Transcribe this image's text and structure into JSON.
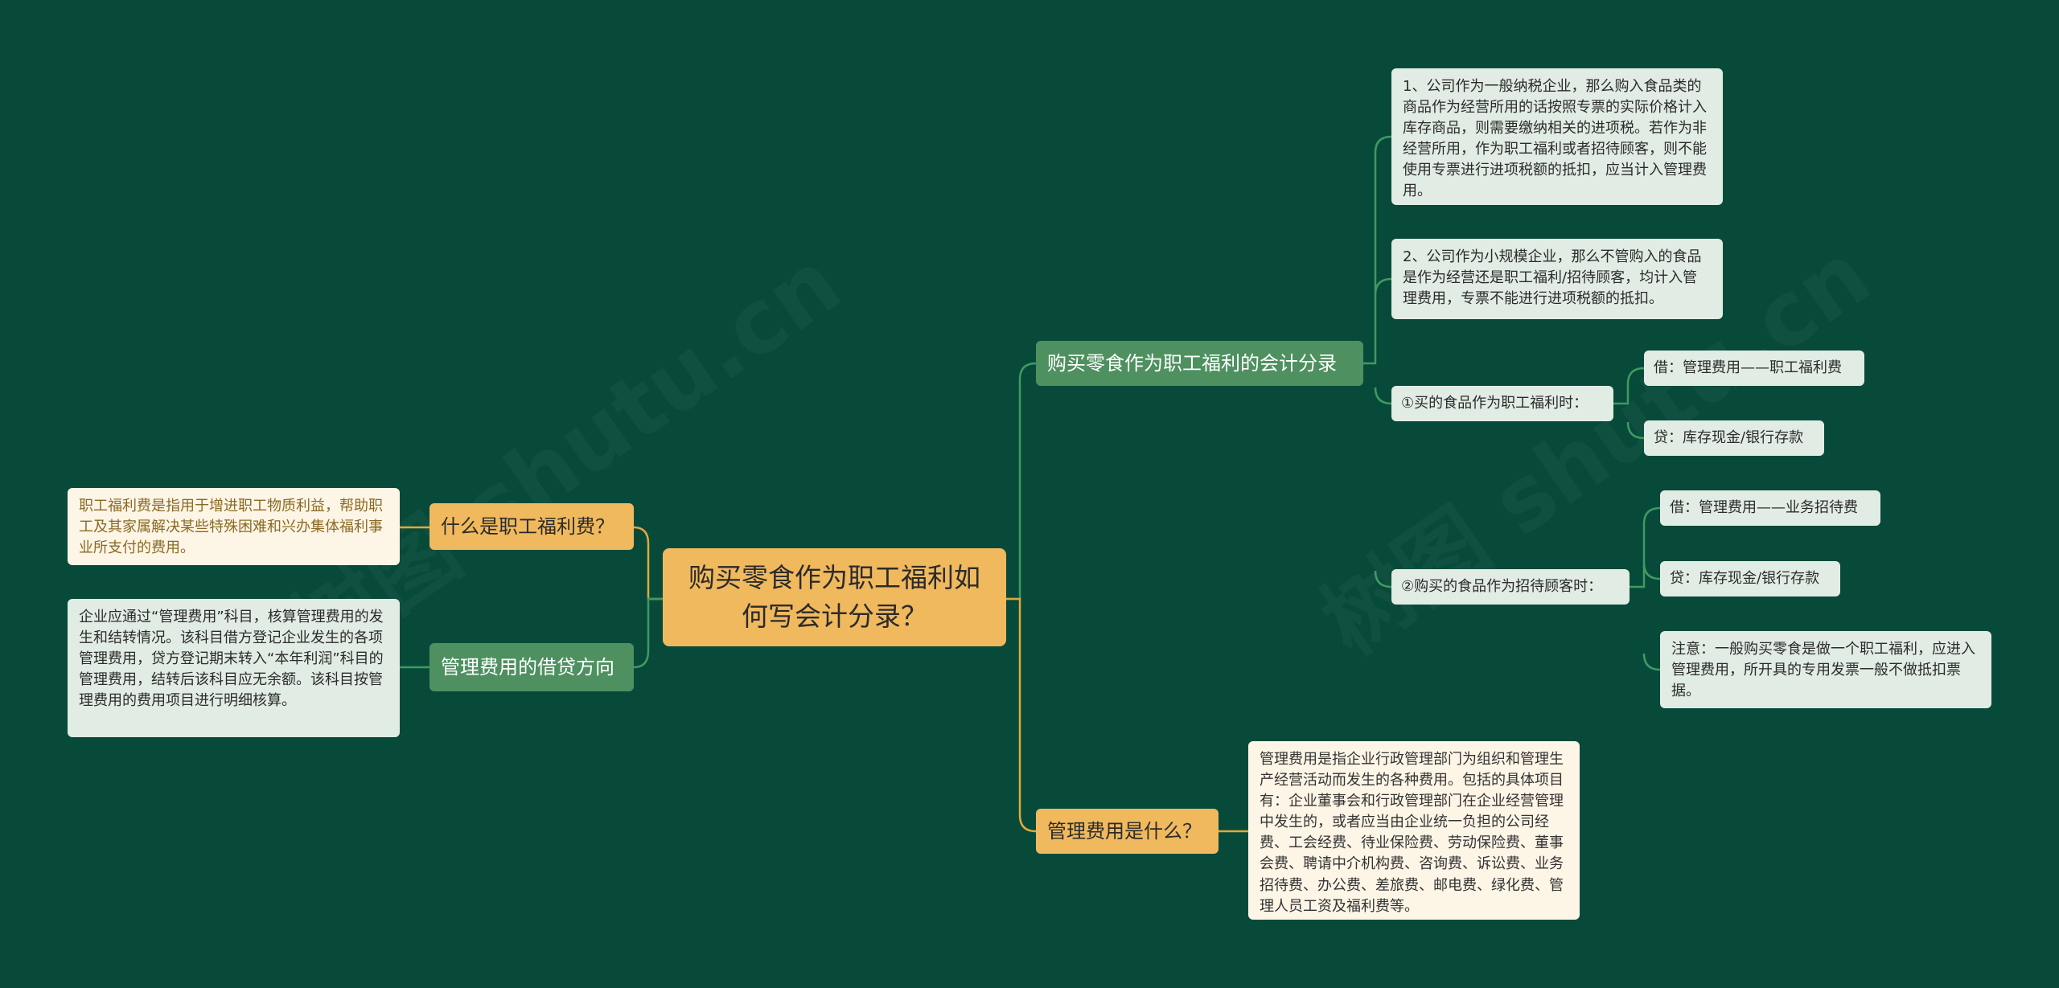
{
  "colors": {
    "background": "#084a3a",
    "root": "#f0b95e",
    "topic_green": "#4e9060",
    "topic_orange": "#f0b95e",
    "leaf": "#e1ece4",
    "leaf_cream": "#fdf5e6",
    "line_green": "#3f9a62",
    "line_orange": "#e0a83e"
  },
  "root": {
    "text": "购买零食作为职工福利如何写会计分录？"
  },
  "right": {
    "topic1": {
      "label": "购买零食作为职工福利的会计分录",
      "item1": "1、公司作为一般纳税企业，那么购入食品类的商品作为经营所用的话按照专票的实际价格计入库存商品，则需要缴纳相关的进项税。若作为非经营所用，作为职工福利或者招待顾客，则不能使用专票进行进项税额的抵扣，应当计入管理费用。",
      "item2": "2、公司作为小规模企业，那么不管购入的食品是作为经营还是职工福利/招待顾客，均计入管理费用，专票不能进行进项税额的抵扣。",
      "case1": {
        "label": "①买的食品作为职工福利时：",
        "debit": "借：管理费用——职工福利费",
        "credit": "贷：库存现金/银行存款"
      },
      "case2": {
        "label": "②购买的食品作为招待顾客时：",
        "debit": "借：管理费用——业务招待费",
        "credit": "贷：库存现金/银行存款",
        "note": "注意：一般购买零食是做一个职工福利，应进入管理费用，所开具的专用发票一般不做抵扣票据。"
      }
    },
    "topic2": {
      "label": "管理费用是什么？",
      "detail": "管理费用是指企业行政管理部门为组织和管理生产经营活动而发生的各种费用。包括的具体项目有：企业董事会和行政管理部门在企业经营管理中发生的，或者应当由企业统一负担的公司经费、工会经费、待业保险费、劳动保险费、董事会费、聘请中介机构费、咨询费、诉讼费、业务招待费、办公费、差旅费、邮电费、绿化费、管理人员工资及福利费等。"
    }
  },
  "left": {
    "topic1": {
      "label": "什么是职工福利费？",
      "detail": "职工福利费是指用于增进职工物质利益，帮助职工及其家属解决某些特殊困难和兴办集体福利事业所支付的费用。"
    },
    "topic2": {
      "label": "管理费用的借贷方向",
      "detail": "企业应通过“管理费用”科目，核算管理费用的发生和结转情况。该科目借方登记企业发生的各项管理费用，贷方登记期末转入“本年利润”科目的管理费用，结转后该科目应无余额。该科目按管理费用的费用项目进行明细核算。"
    }
  }
}
